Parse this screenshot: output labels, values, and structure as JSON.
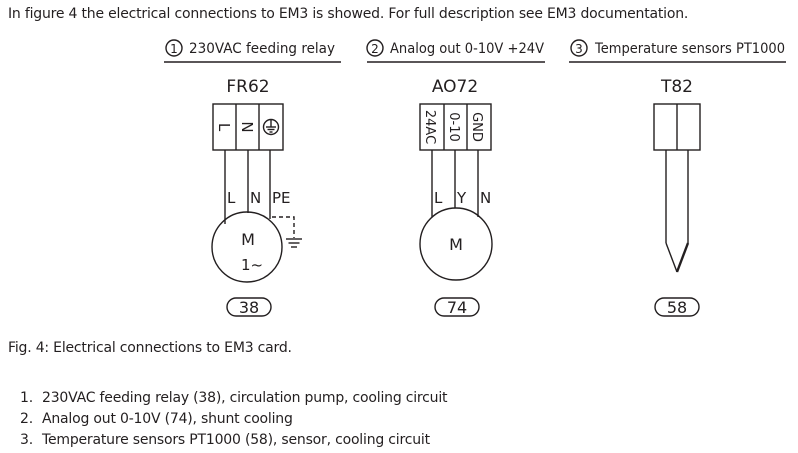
{
  "intro_text": "In figure 4 the electrical connections to EM3 is showed. For full description see EM3 documentation.",
  "groups": [
    {
      "number": "1",
      "heading": "230VAC feeding relay",
      "terminal": "FR62",
      "terminal_labels": [
        "L",
        "N",
        "earth-symbol"
      ],
      "wire_labels": [
        "L",
        "N",
        "PE"
      ],
      "device": "motor",
      "motor_label": "M",
      "motor_sub_label": "1~",
      "badge": "38"
    },
    {
      "number": "2",
      "heading": "Analog out 0-10V +24V",
      "terminal": "AO72",
      "terminal_labels": [
        "24AC",
        "0-10",
        "GND"
      ],
      "wire_labels": [
        "L",
        "Y",
        "N"
      ],
      "device": "motor",
      "motor_label": "M",
      "badge": "74"
    },
    {
      "number": "3",
      "heading": "Temperature sensors PT1000",
      "terminal": "T82",
      "device": "sensor",
      "badge": "58"
    }
  ],
  "caption": "Fig. 4: Electrical connections to EM3 card.",
  "list": [
    {
      "num": "1.",
      "text": "230VAC feeding relay (38), circulation pump, cooling circuit"
    },
    {
      "num": "2.",
      "text": "Analog out 0-10V (74), shunt cooling"
    },
    {
      "num": "3.",
      "text": "Temperature sensors PT1000 (58), sensor, cooling circuit"
    }
  ]
}
